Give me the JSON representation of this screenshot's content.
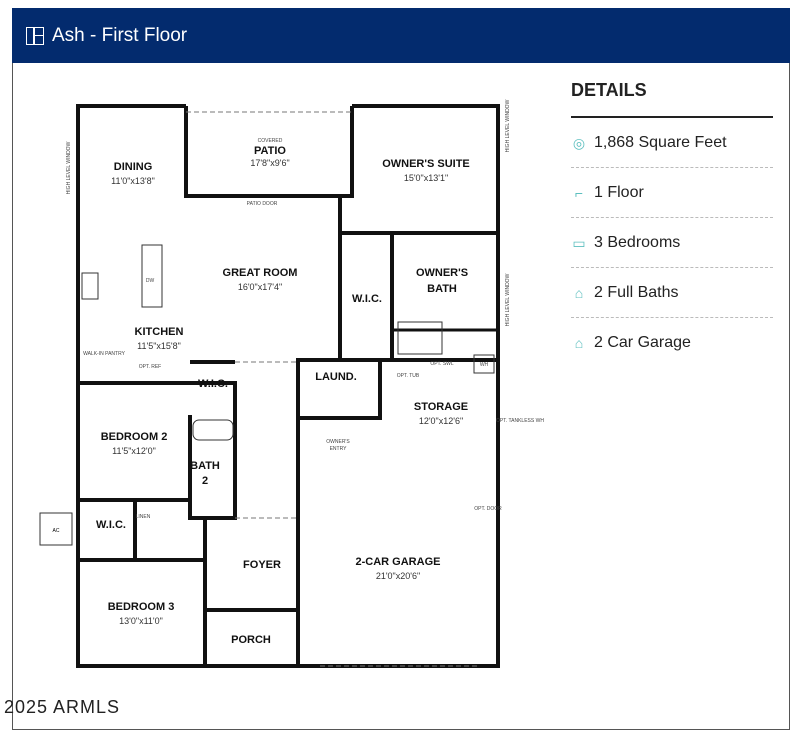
{
  "header": {
    "title": "Ash - First Floor",
    "icon": "floorplan-icon"
  },
  "details": {
    "heading": "DETAILS",
    "items": [
      {
        "icon": "tape-measure-icon",
        "label": "1,868 Square Feet"
      },
      {
        "icon": "stairs-icon",
        "label": "1 Floor"
      },
      {
        "icon": "bed-icon",
        "label": "3 Bedrooms"
      },
      {
        "icon": "shower-icon",
        "label": "2 Full Baths"
      },
      {
        "icon": "garage-car-icon",
        "label": "2 Car Garage"
      }
    ],
    "accent": "#5cbfbf"
  },
  "plan": {
    "dining": {
      "name": "DINING",
      "dim": "11'0\"x13'8\""
    },
    "patio": {
      "note": "COVERED",
      "name": "PATIO",
      "dim": "17'8\"x9'6\""
    },
    "owners_suite": {
      "name": "OWNER'S SUITE",
      "dim": "15'0\"x13'1\""
    },
    "great_room": {
      "name": "GREAT ROOM",
      "dim": "16'0\"x17'4\""
    },
    "kitchen": {
      "name": "KITCHEN",
      "dim": "11'5\"x15'8\""
    },
    "owners_wic": {
      "name": "W.I.C."
    },
    "owners_bath": {
      "name1": "OWNER'S",
      "name2": "BATH"
    },
    "laundry": {
      "name": "LAUND."
    },
    "storage": {
      "name": "STORAGE",
      "dim": "12'0\"x12'6\""
    },
    "bed2_wic": {
      "name": "W.I.C."
    },
    "bedroom2": {
      "name": "BEDROOM 2",
      "dim": "11'5\"x12'0\""
    },
    "bath2": {
      "name1": "BATH",
      "name2": "2"
    },
    "bed3_wic": {
      "name": "W.I.C."
    },
    "owners_entry": {
      "name1": "OWNER'S",
      "name2": "ENTRY"
    },
    "foyer": {
      "name": "FOYER"
    },
    "garage": {
      "name": "2-CAR GARAGE",
      "dim": "21'0\"x20'6\""
    },
    "bedroom3": {
      "name": "BEDROOM 3",
      "dim": "13'0\"x11'0\""
    },
    "porch": {
      "name": "PORCH"
    },
    "small": {
      "patio_door": "PATIO DOOR",
      "opt_door": "OPT. DOOR",
      "walk_in_pantry": "WALK-IN PANTRY",
      "opt_ref": "OPT. REF",
      "ac": "AC",
      "opt_tub": "OPT. TUB",
      "opt_swl": "OPT. SWL",
      "wh": "WH",
      "linen": "LINEN",
      "opt_tankless": "OPT. TANKLESS WH",
      "dw": "DW",
      "high_window": "HIGH LEVEL WINDOW"
    }
  },
  "copyright": "2025 ARMLS"
}
